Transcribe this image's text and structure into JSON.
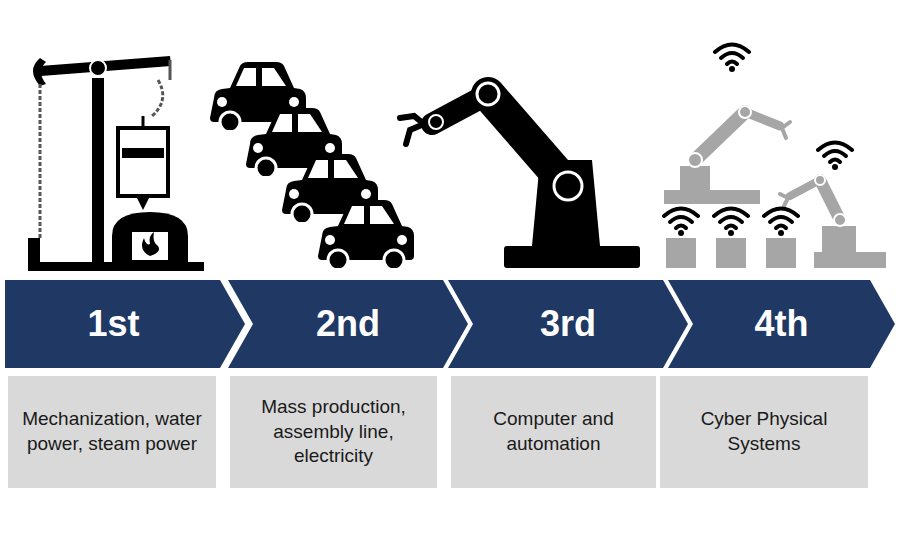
{
  "diagram": {
    "nodes": [
      {
        "text": [
          "1st"
        ]
      },
      {
        "text": [
          "2nd"
        ]
      },
      {
        "text": [
          "3rd"
        ]
      },
      {
        "text": [
          "4th"
        ]
      },
      {
        "text": [
          "Mechanization, water power, steam power"
        ]
      },
      {
        "text": [
          "Mass production, assembly line, electricity"
        ]
      },
      {
        "text": [
          "Computer and automation"
        ]
      },
      {
        "text": [
          "Cyber Physical Systems"
        ]
      }
    ]
  }
}
